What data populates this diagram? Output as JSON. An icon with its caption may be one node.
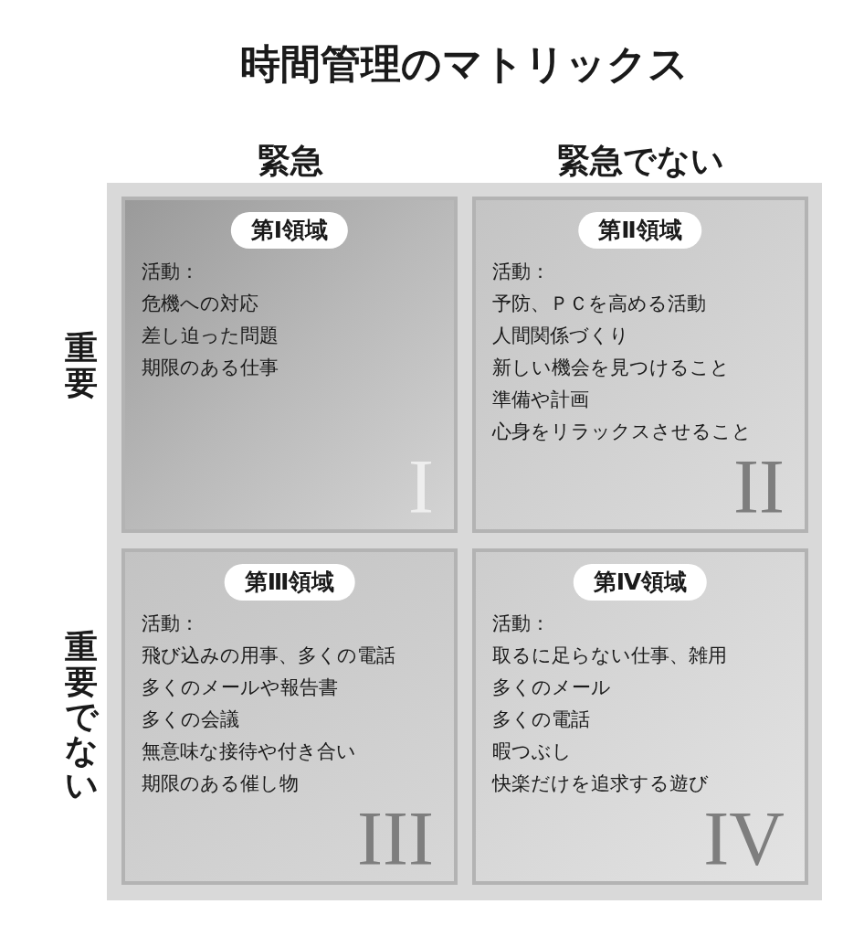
{
  "diagram": {
    "title": "時間管理のマトリックス",
    "nodes": [
      {
        "text": [
          "活動：",
          "危機への対応",
          "差し迫った問題",
          "期限のある仕事",
          "I"
        ]
      },
      {
        "text": [
          "第Ⅰ領域"
        ],
        "in": 0
      },
      {
        "text": [
          "活動：",
          "予防、ＰＣを高める活動",
          "人間関係づくり",
          "新しい機会を見つけること",
          "準備や計画",
          "心身をリラックスさせること",
          "II"
        ]
      },
      {
        "text": [
          "第Ⅱ領域"
        ],
        "in": 2
      },
      {
        "text": [
          "活動：",
          "飛び込みの用事、多くの電話",
          "多くのメールや報告書",
          "多くの会議",
          "無意味な接待や付き合い",
          "期限のある催し物",
          "III"
        ]
      },
      {
        "text": [
          "第Ⅲ領域"
        ],
        "in": 4
      },
      {
        "text": [
          "活動：",
          "取るに足らない仕事、雑用",
          "多くのメール",
          "多くの電話",
          "暇つぶし",
          "快楽だけを追求する遊び",
          "IV"
        ]
      },
      {
        "text": [
          "第Ⅳ領域"
        ],
        "in": 6
      }
    ],
    "labels": [
      "緊急",
      "緊急でない",
      "重要",
      "重要でない"
    ]
  }
}
